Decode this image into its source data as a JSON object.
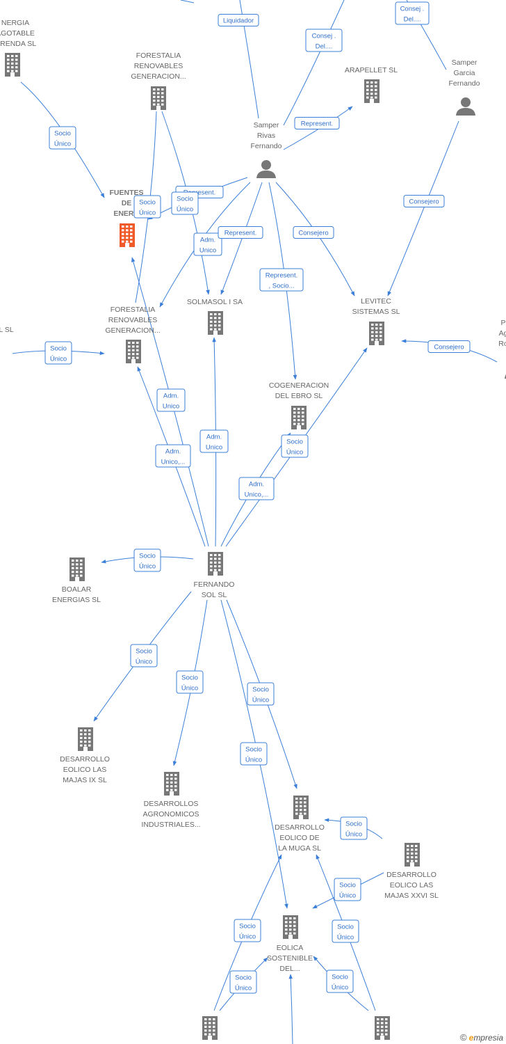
{
  "nodes": [
    {
      "id": "n_energia_inagotable",
      "type": "company",
      "label": [
        "NERGIA",
        "AGOTABLE",
        "ORENDA SL"
      ]
    },
    {
      "id": "n_forestalia_top",
      "type": "company",
      "label": [
        "FORESTALIA",
        "RENOVABLES",
        "GENERACION..."
      ]
    },
    {
      "id": "n_arapellet",
      "type": "company",
      "label": [
        "ARAPELLET SL"
      ]
    },
    {
      "id": "n_samper_garcia",
      "type": "person",
      "label": [
        "Samper",
        "Garcia",
        "Fernando"
      ]
    },
    {
      "id": "n_samper_rivas",
      "type": "person",
      "label": [
        "Samper",
        "Rivas",
        "Fernando"
      ]
    },
    {
      "id": "n_fuentes",
      "type": "company",
      "highlight": true,
      "label": [
        "FUENTES",
        "DE",
        "ENERG"
      ]
    },
    {
      "id": "n_forestalia_mid",
      "type": "company",
      "label": [
        "FORESTALIA",
        "RENOVABLES",
        "GENERACION..."
      ]
    },
    {
      "id": "n_solmasol",
      "type": "company",
      "label": [
        "SOLMASOL I SA"
      ]
    },
    {
      "id": "n_levitec",
      "type": "company",
      "label": [
        "LEVITEC",
        "SISTEMAS SL"
      ]
    },
    {
      "id": "n_left_sl",
      "type": "company",
      "label": [
        "L SL"
      ]
    },
    {
      "id": "n_right_person",
      "type": "person",
      "label": [
        "P",
        "Ag",
        "Ro"
      ]
    },
    {
      "id": "n_cogeneracion",
      "type": "company",
      "label": [
        "COGENERACION",
        "DEL EBRO SL"
      ]
    },
    {
      "id": "n_fernando_sol",
      "type": "company",
      "label": [
        "FERNANDO",
        "SOL SL"
      ]
    },
    {
      "id": "n_boalar",
      "type": "company",
      "label": [
        "BOALAR",
        "ENERGIAS SL"
      ]
    },
    {
      "id": "n_majas_ix",
      "type": "company",
      "label": [
        "DESARROLLO",
        "EOLICO LAS",
        "MAJAS IX SL"
      ]
    },
    {
      "id": "n_agronomicos",
      "type": "company",
      "label": [
        "DESARROLLOS",
        "AGRONOMICOS",
        "INDUSTRIALES..."
      ]
    },
    {
      "id": "n_muga",
      "type": "company",
      "label": [
        "DESARROLLO",
        "EOLICO DE",
        "LA MUGA SL"
      ]
    },
    {
      "id": "n_majas_xxvi",
      "type": "company",
      "label": [
        "DESARROLLO",
        "EOLICO LAS",
        "MAJAS XXVI SL"
      ]
    },
    {
      "id": "n_eolica_sostenible",
      "type": "company",
      "label": [
        "EOLICA",
        "SOSTENIBLE",
        "DEL..."
      ]
    },
    {
      "id": "n_bottom_left",
      "type": "company",
      "label": []
    },
    {
      "id": "n_bottom_right",
      "type": "company",
      "label": []
    }
  ],
  "edges": [
    {
      "id": "e_top_stub",
      "label": []
    },
    {
      "id": "e_liquidador",
      "label": [
        "Liquidador"
      ]
    },
    {
      "id": "e_consej_del_1",
      "label": [
        "Consej .",
        "Del...."
      ]
    },
    {
      "id": "e_consej_del_2",
      "label": [
        "Consej .",
        "Del...."
      ]
    },
    {
      "id": "e_socio_unico_energia",
      "label": [
        "Socio",
        "Único"
      ]
    },
    {
      "id": "e_represent_arapellet",
      "label": [
        "Represent."
      ]
    },
    {
      "id": "e_consejero_samper_garcia",
      "label": [
        "Consejero"
      ]
    },
    {
      "id": "e_represent_fuentes",
      "label": [
        "Represent."
      ]
    },
    {
      "id": "e_socio_unico_forestalia_fuentes",
      "label": [
        "Socio",
        "Único"
      ]
    },
    {
      "id": "e_socio_unico_forestalia_solmasol",
      "label": [
        "Socio",
        "Único"
      ]
    },
    {
      "id": "e_adm_unico_forestalia_mid",
      "label": [
        "Adm.",
        "Unico"
      ]
    },
    {
      "id": "e_represent_solmasol",
      "label": [
        "Represent."
      ]
    },
    {
      "id": "e_consejero_levitec",
      "label": [
        "Consejero"
      ]
    },
    {
      "id": "e_represent_socio_cogeneracion",
      "label": [
        "Represent.",
        ", Socio..."
      ]
    },
    {
      "id": "e_socio_unico_left",
      "label": [
        "Socio",
        "Único"
      ]
    },
    {
      "id": "e_consejero_right",
      "label": [
        "Consejero"
      ]
    },
    {
      "id": "e_adm_unico_fs_fuentes",
      "label": [
        "Adm.",
        "Unico"
      ]
    },
    {
      "id": "e_adm_unico_fs_forestalia",
      "label": [
        "Adm.",
        "Unico,..."
      ]
    },
    {
      "id": "e_adm_unico_fs_solmasol",
      "label": [
        "Adm.",
        "Unico"
      ]
    },
    {
      "id": "e_socio_unico_fs_cogeneracion",
      "label": [
        "Socio",
        "Único"
      ]
    },
    {
      "id": "e_adm_unico_fs_levitec",
      "label": [
        "Adm.",
        "Unico,..."
      ]
    },
    {
      "id": "e_socio_unico_boalar",
      "label": [
        "Socio",
        "Único"
      ]
    },
    {
      "id": "e_socio_unico_majas_ix",
      "label": [
        "Socio",
        "Único"
      ]
    },
    {
      "id": "e_socio_unico_agronomicos",
      "label": [
        "Socio",
        "Único"
      ]
    },
    {
      "id": "e_socio_unico_muga",
      "label": [
        "Socio",
        "Único"
      ]
    },
    {
      "id": "e_socio_unico_eolica",
      "label": [
        "Socio",
        "Único"
      ]
    },
    {
      "id": "e_socio_unico_majas_xxvi_muga",
      "label": [
        "Socio",
        "Único"
      ]
    },
    {
      "id": "e_socio_unico_majas_xxvi_eolica",
      "label": [
        "Socio",
        "Único"
      ]
    },
    {
      "id": "e_socio_unico_bl_muga",
      "label": [
        "Socio",
        "Único"
      ]
    },
    {
      "id": "e_socio_unico_br_muga",
      "label": [
        "Socio",
        "Único"
      ]
    },
    {
      "id": "e_socio_unico_bl_eolica",
      "label": [
        "Socio",
        "Único"
      ]
    },
    {
      "id": "e_socio_unico_br_eolica",
      "label": [
        "Socio",
        "Único"
      ]
    },
    {
      "id": "e_bottom_eolica",
      "label": []
    }
  ],
  "footer": {
    "copyright": "©",
    "brand_first_letter": "e",
    "brand_rest": "mpresia"
  },
  "colors": {
    "edge": "#3b7fd9",
    "node": "#777777",
    "highlight": "#f05a28"
  }
}
